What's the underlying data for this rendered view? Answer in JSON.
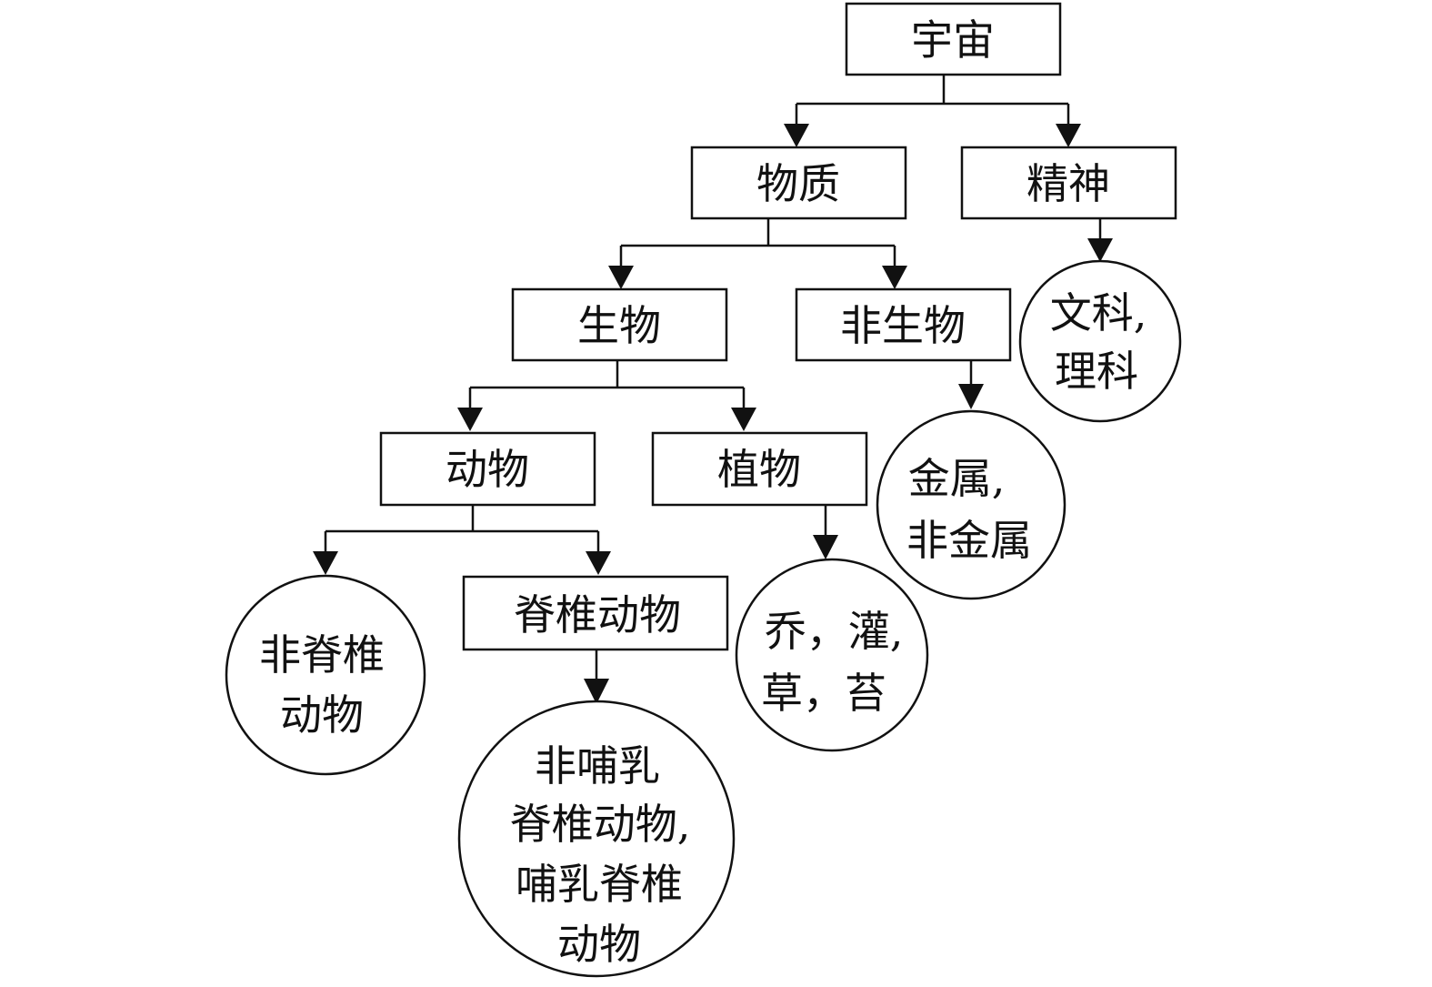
{
  "nodes": {
    "universe": "宇宙",
    "matter": "物质",
    "spirit": "精神",
    "living": "生物",
    "nonliving": "非生物",
    "liberal_science": {
      "line1": "文科,",
      "line2": "理科"
    },
    "animal": "动物",
    "plant": "植物",
    "metal": {
      "line1": "金属,",
      "line2": "非金属"
    },
    "invertebrate": {
      "line1": "非脊椎",
      "line2": "动物"
    },
    "vertebrate": "脊椎动物",
    "plant_types": {
      "line1": "乔，灌,",
      "line2": "草，苔"
    },
    "vertebrate_types": {
      "line1": "非哺乳",
      "line2": "脊椎动物,",
      "line3": "哺乳脊椎",
      "line4": "动物"
    }
  }
}
